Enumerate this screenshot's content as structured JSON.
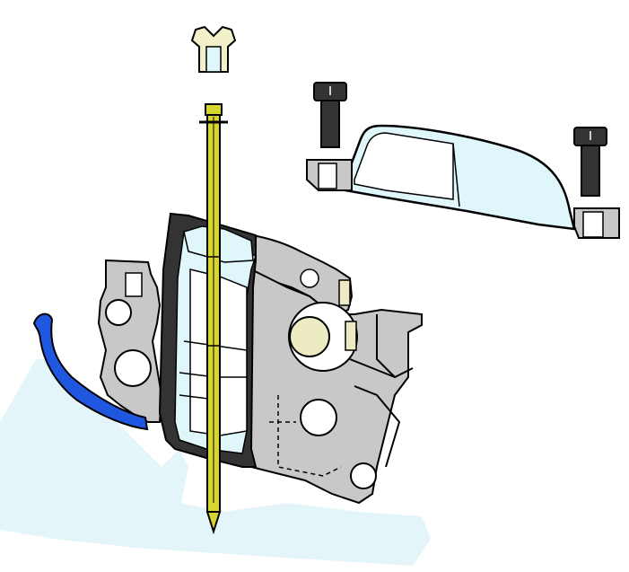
{
  "diagram": {
    "kind": "exploded mechanical assembly drawing",
    "components": [
      {
        "id": "retainer-clip",
        "icon": "clip-icon"
      },
      {
        "id": "axle-rod",
        "icon": "rod-icon"
      },
      {
        "id": "screw-left",
        "icon": "screw-icon"
      },
      {
        "id": "screw-right",
        "icon": "screw-icon"
      },
      {
        "id": "cover-lid",
        "icon": "cover-icon"
      },
      {
        "id": "blue-spring-lever",
        "icon": "lever-icon"
      },
      {
        "id": "housing-body",
        "icon": "housing-icon"
      },
      {
        "id": "hinge-pin",
        "icon": "pin-icon"
      },
      {
        "id": "base-panel",
        "icon": "panel-icon"
      }
    ],
    "palette": {
      "outline": "#000000",
      "housing_gray": "#c8c8c8",
      "glass_cyan": "#dff6fb",
      "rod_yellow": "#d6d62e",
      "pin_cream": "#ecebc2",
      "lever_blue": "#1f57e0",
      "panel_light": "#e4f5fa",
      "dark_wall": "#333333",
      "clip_cream": "#f1f0c9"
    }
  }
}
